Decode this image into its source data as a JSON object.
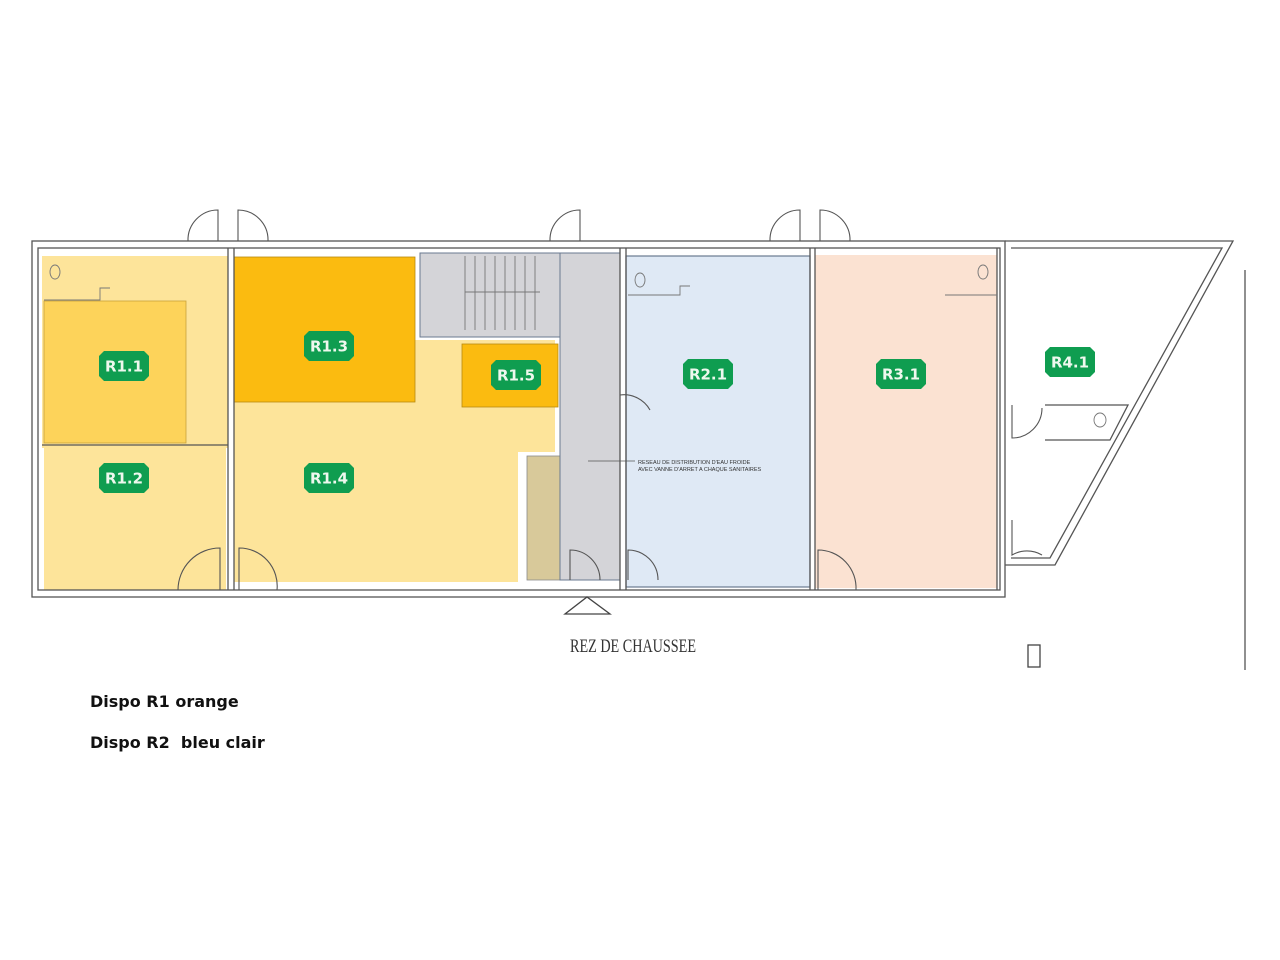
{
  "plan": {
    "title": "REZ DE CHAUSSEE",
    "note_line1": "RESEAU DE DISTRIBUTION D'EAU FROIDE",
    "note_line2": "AVEC VANNE D'ARRET A CHAQUE SANITAIRES",
    "rooms": [
      {
        "id": "R1.1",
        "label": "R1.1",
        "color": "#fdd35a"
      },
      {
        "id": "R1.2",
        "label": "R1.2",
        "color": "#fde49a"
      },
      {
        "id": "R1.3",
        "label": "R1.3",
        "color": "#fbbb10"
      },
      {
        "id": "R1.4",
        "label": "R1.4",
        "color": "#fde49a"
      },
      {
        "id": "R1.5",
        "label": "R1.5",
        "color": "#fbbb10"
      },
      {
        "id": "R2.1",
        "label": "R2.1",
        "color": "#dfe9f5"
      },
      {
        "id": "R3.1",
        "label": "R3.1",
        "color": "#fbe2d2"
      },
      {
        "id": "R4.1",
        "label": "R4.1",
        "color": "#ffffff"
      }
    ],
    "badge_color": "#0f9d50",
    "corridor_color": "#d4d4d8"
  },
  "legend": {
    "line1": "Dispo R1 orange",
    "line2": "Dispo R2  bleu clair"
  }
}
